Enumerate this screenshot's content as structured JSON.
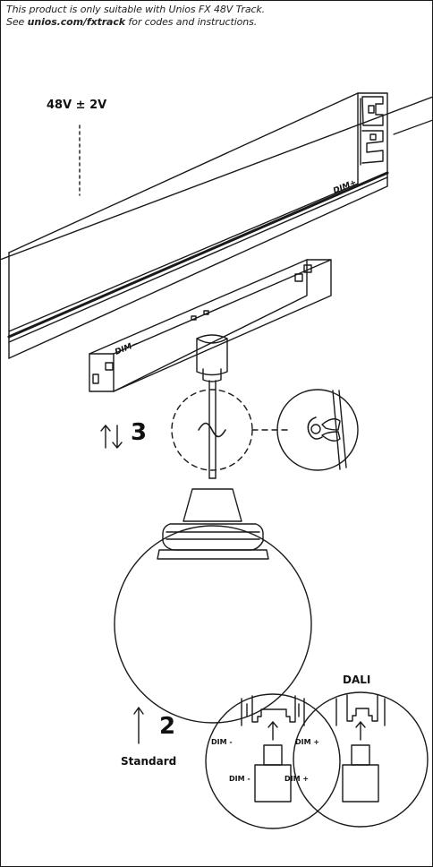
{
  "note": {
    "line1": "This product is only suitable with Unios FX 48V Track.",
    "line2_prefix": "See ",
    "line2_link": "unios.com/fxtrack",
    "line2_suffix": " for codes and instructions."
  },
  "labels": {
    "voltage": "48V ± 2V",
    "track_dim_plus": "DIM+",
    "adapter_dim_minus": "DIM−",
    "step3": "3",
    "step2": "2",
    "standard": "Standard",
    "dali": "DALI",
    "detail_dim_minus_top": "DIM -",
    "detail_dim_plus_top": "DIM +",
    "detail_dim_minus_bottom": "DIM -",
    "detail_dim_plus_bottom": "DIM +"
  },
  "icons": {
    "up_down_arrows": "up-down-arrows-icon",
    "up_arrow": "up-arrow-icon"
  }
}
